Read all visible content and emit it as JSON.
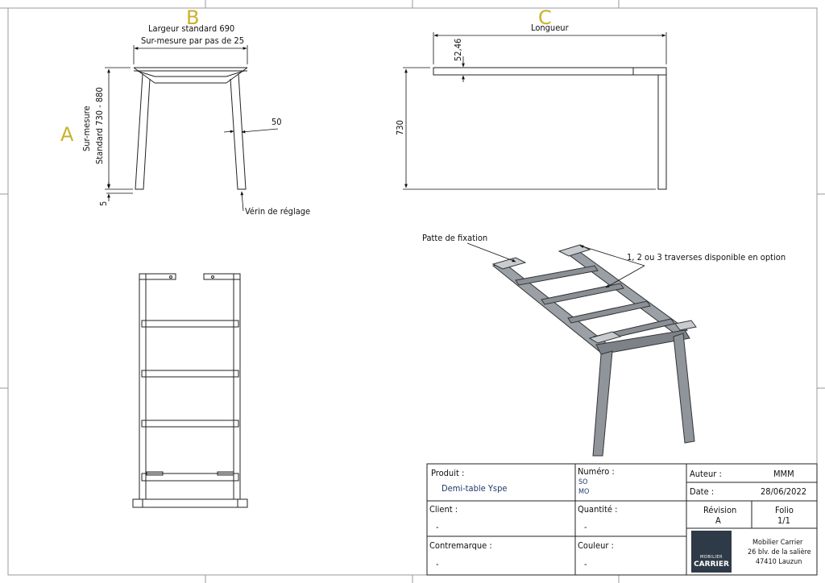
{
  "zones": {
    "a": "A",
    "b": "B",
    "c": "C"
  },
  "front_view": {
    "width_line1": "Largeur standard 690",
    "width_line2": "Sur-mesure par pas de 25",
    "height_line1": "Sur-mesure",
    "height_line2": "Standard 730 - 880",
    "foot": "5",
    "leg_width": "50",
    "adjuster": "Vérin de réglage"
  },
  "side_view": {
    "length": "Longueur",
    "thickness": "52,46",
    "height": "730"
  },
  "iso_view": {
    "bracket": "Patte de fixation",
    "crossbars": "1, 2 ou 3 traverses disponible en option"
  },
  "title_block": {
    "product_label": "Produit :",
    "product_value": "Demi-table Yspe",
    "number_label": "Numéro :",
    "number_so": "SO",
    "number_mo": "MO",
    "client_label": "Client :",
    "client_value": "-",
    "qty_label": "Quantité :",
    "qty_value": "-",
    "contremarque_label": "Contremarque :",
    "contremarque_value": "-",
    "color_label": "Couleur :",
    "color_value": "-",
    "author_label": "Auteur :",
    "author_value": "MMM",
    "date_label": "Date :",
    "date_value": "28/06/2022",
    "revision_label": "Révision",
    "revision_value": "A",
    "folio_label": "Folio",
    "folio_value": "1/1",
    "company_name": "Mobilier Carrier",
    "company_street": "26 blv. de la salière",
    "company_city": "47410 Lauzun",
    "logo_top": "MOBILIER",
    "logo_bottom": "CARRIER"
  }
}
